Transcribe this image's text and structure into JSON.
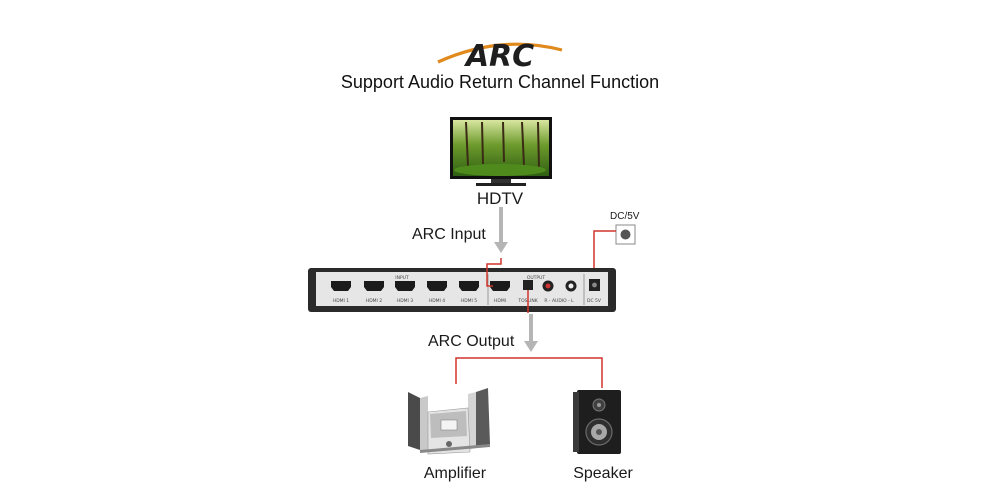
{
  "logo": {
    "text": "ARC"
  },
  "headline": "Support Audio Return Channel Function",
  "nodes": {
    "tv": "HDTV",
    "amplifier": "Amplifier",
    "speaker": "Speaker",
    "power": "DC/5V"
  },
  "edges": {
    "arc_input": "ARC Input",
    "arc_output": "ARC Output"
  },
  "device_panel": {
    "input_group_label": "INPUT",
    "output_group_label": "OUTPUT",
    "ports": [
      "HDMI 1",
      "HDMI 2",
      "HDMI 3",
      "HDMI 4",
      "HDMI 5",
      "HDMI",
      "TOSLINK",
      "R - AUDIO - L",
      "DC 5V"
    ]
  },
  "colors": {
    "connector_red": "#d0342c",
    "arrow_gray": "#b5b5b5",
    "logo_orange": "#e08a1e",
    "device_dark": "#2a2a2a",
    "device_panel": "#e6e6e6"
  },
  "icons": [
    "tv-icon",
    "amplifier-icon",
    "speaker-icon",
    "power-jack-icon",
    "hdmi-switch-icon"
  ]
}
